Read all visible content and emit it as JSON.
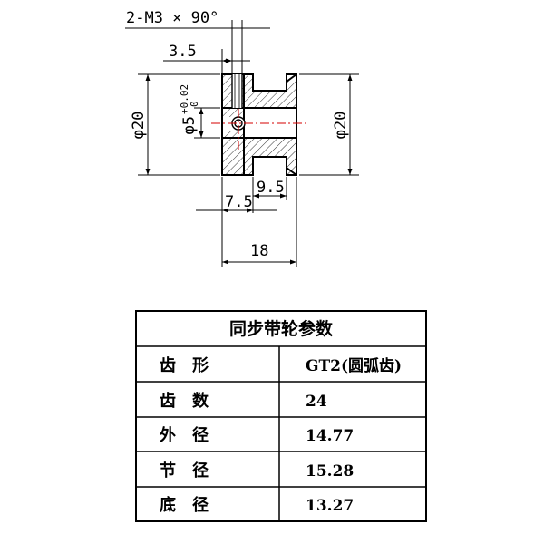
{
  "drawing": {
    "screw_note": "2-M3 × 90°",
    "dim_3_5": "3.5",
    "dim_phi20_left": "φ20",
    "bore_main": "φ5",
    "bore_upper_tol": "+0.02",
    "bore_lower_tol": "0",
    "dim_phi20_right": "φ20",
    "dim_7_5": "7.5",
    "dim_9_5": "9.5",
    "dim_18": "18"
  },
  "table": {
    "title": "同步带轮参数",
    "rows": [
      {
        "label": "齿　形",
        "value": "GT2(圆弧齿)"
      },
      {
        "label": "齿　数",
        "value": "24"
      },
      {
        "label": "外　径",
        "value": "14.77"
      },
      {
        "label": "节　径",
        "value": "15.28"
      },
      {
        "label": "底　径",
        "value": "13.27"
      }
    ]
  },
  "colors": {
    "line": "#000000",
    "hatch": "#000000",
    "centerline": "#d40000",
    "background": "#ffffff"
  }
}
